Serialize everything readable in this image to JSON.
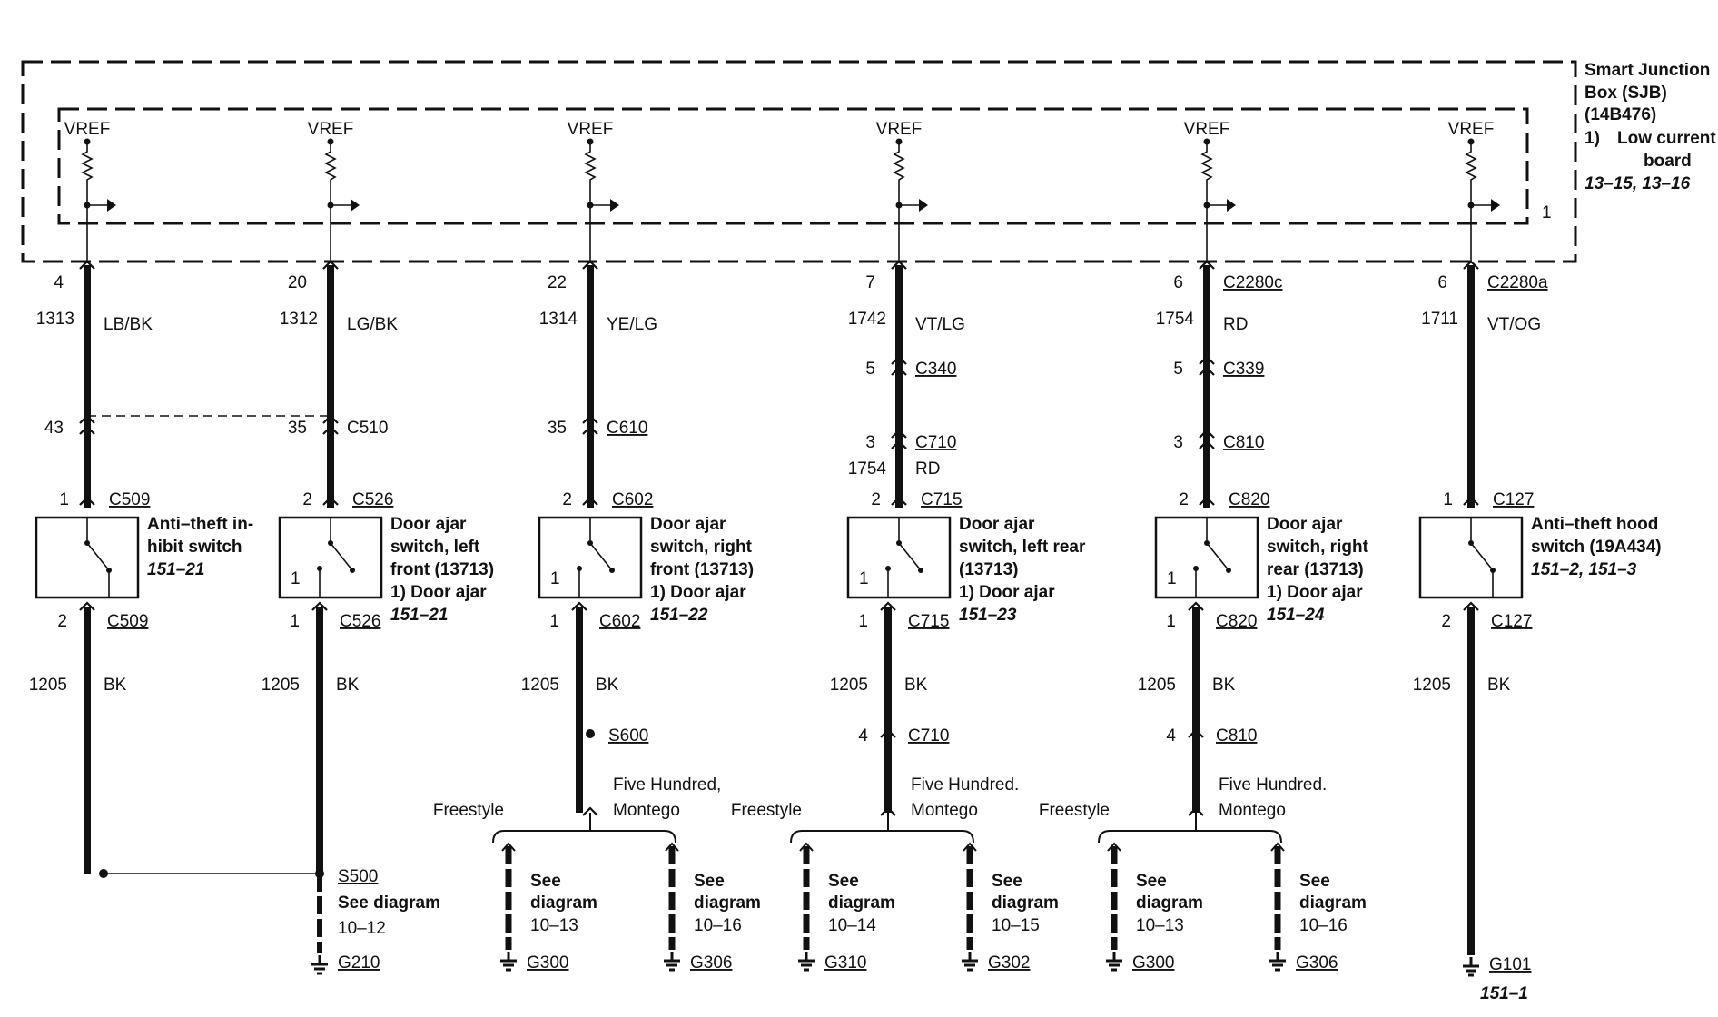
{
  "sjb": {
    "title": [
      "Smart Junction",
      "Box (SJB)",
      "(14B476)"
    ],
    "note_num": "1)",
    "note_text": [
      "Low current",
      "board"
    ],
    "refs": "13–15, 13–16",
    "inner_marker": "1"
  },
  "circuits": [
    {
      "vref": "VREF",
      "sjb_pin": "4",
      "sjb_conn": "",
      "circuit": "1313",
      "color": "LB/BK",
      "mid": [
        {
          "pin": "43",
          "conn": ""
        }
      ],
      "sw_in_pin": "1",
      "sw_in_conn": "C509",
      "sw_name": [
        "Anti–theft in-",
        "hibit switch"
      ],
      "sw_note": "",
      "sw_ref": "151–21",
      "sw_inner": "",
      "sw_out_pin": "2",
      "sw_out_conn": "C509",
      "gnd_circuit": "1205",
      "gnd_color": "BK"
    },
    {
      "vref": "VREF",
      "sjb_pin": "20",
      "sjb_conn": "",
      "circuit": "1312",
      "color": "LG/BK",
      "mid": [
        {
          "pin": "35",
          "conn": "C510"
        }
      ],
      "sw_in_pin": "2",
      "sw_in_conn": "C526",
      "sw_name": [
        "Door ajar",
        "switch, left",
        "front (13713)"
      ],
      "sw_note": "1)   Door ajar",
      "sw_ref": "151–21",
      "sw_inner": "1",
      "sw_out_pin": "1",
      "sw_out_conn": "C526",
      "gnd_circuit": "1205",
      "gnd_color": "BK"
    },
    {
      "vref": "VREF",
      "sjb_pin": "22",
      "sjb_conn": "",
      "circuit": "1314",
      "color": "YE/LG",
      "mid": [
        {
          "pin": "35",
          "conn": "C610"
        }
      ],
      "sw_in_pin": "2",
      "sw_in_conn": "C602",
      "sw_name": [
        "Door ajar",
        "switch, right",
        "front (13713)"
      ],
      "sw_note": "1)   Door ajar",
      "sw_ref": "151–22",
      "sw_inner": "1",
      "sw_out_pin": "1",
      "sw_out_conn": "C602",
      "gnd_circuit": "1205",
      "gnd_color": "BK"
    },
    {
      "vref": "VREF",
      "sjb_pin": "7",
      "sjb_conn": "",
      "circuit": "1742",
      "color": "VT/LG",
      "mid": [
        {
          "pin": "5",
          "conn": "C340"
        },
        {
          "pin": "3",
          "conn": "C710"
        }
      ],
      "mid_circuit": "1754",
      "mid_color": "RD",
      "sw_in_pin": "2",
      "sw_in_conn": "C715",
      "sw_name": [
        "Door ajar",
        "switch, left rear",
        "(13713)"
      ],
      "sw_note": "1)   Door ajar",
      "sw_ref": "151–23",
      "sw_inner": "1",
      "sw_out_pin": "1",
      "sw_out_conn": "C715",
      "gnd_circuit": "1205",
      "gnd_color": "BK"
    },
    {
      "vref": "VREF",
      "sjb_pin": "6",
      "sjb_conn": "C2280c",
      "circuit": "1754",
      "color": "RD",
      "mid": [
        {
          "pin": "5",
          "conn": "C339"
        },
        {
          "pin": "3",
          "conn": "C810"
        }
      ],
      "sw_in_pin": "2",
      "sw_in_conn": "C820",
      "sw_name": [
        "Door ajar",
        "switch, right",
        "rear (13713)"
      ],
      "sw_note": "1)   Door ajar",
      "sw_ref": "151–24",
      "sw_inner": "1",
      "sw_out_pin": "1",
      "sw_out_conn": "C820",
      "gnd_circuit": "1205",
      "gnd_color": "BK"
    },
    {
      "vref": "VREF",
      "sjb_pin": "6",
      "sjb_conn": "C2280a",
      "circuit": "1711",
      "color": "VT/OG",
      "mid": [],
      "sw_in_pin": "1",
      "sw_in_conn": "C127",
      "sw_name": [
        "Anti–theft hood",
        "switch (19A434)"
      ],
      "sw_note": "",
      "sw_ref": "151–2, 151–3",
      "sw_inner": "",
      "sw_out_pin": "2",
      "sw_out_conn": "C127",
      "gnd_circuit": "1205",
      "gnd_color": "BK"
    }
  ],
  "ground_left": {
    "splice": "S500",
    "see": "See diagram",
    "diagram": "10–12",
    "ground": "G210"
  },
  "branches": [
    {
      "splice": "S600",
      "split_pin": "",
      "split_conn": "",
      "left_label": "Freestyle",
      "right_label": [
        "Five Hundred,",
        "Montego"
      ],
      "left": {
        "see": [
          "See",
          "diagram"
        ],
        "diagram": "10–13",
        "ground": "G300"
      },
      "right": {
        "see": [
          "See",
          "diagram"
        ],
        "diagram": "10–16",
        "ground": "G306"
      }
    },
    {
      "splice": "",
      "split_pin": "4",
      "split_conn": "C710",
      "left_label": "Freestyle",
      "right_label": [
        "Five Hundred.",
        "Montego"
      ],
      "left": {
        "see": [
          "See",
          "diagram"
        ],
        "diagram": "10–14",
        "ground": "G310"
      },
      "right": {
        "see": [
          "See",
          "diagram"
        ],
        "diagram": "10–15",
        "ground": "G302"
      }
    },
    {
      "splice": "",
      "split_pin": "4",
      "split_conn": "C810",
      "left_label": "Freestyle",
      "right_label": [
        "Five Hundred.",
        "Montego"
      ],
      "left": {
        "see": [
          "See",
          "diagram"
        ],
        "diagram": "10–13",
        "ground": "G300"
      },
      "right": {
        "see": [
          "See",
          "diagram"
        ],
        "diagram": "10–16",
        "ground": "G306"
      }
    }
  ],
  "ground_right": {
    "ground": "G101",
    "ref": "151–1"
  }
}
